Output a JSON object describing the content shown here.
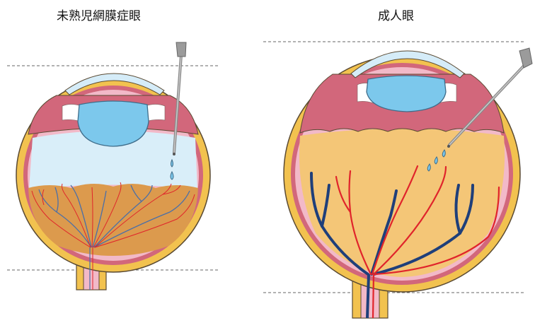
{
  "labels": {
    "left_title": "未熟児網膜症眼",
    "right_title": "成人眼"
  },
  "colors": {
    "sclera": "#f2c24f",
    "choroid": "#d2677b",
    "retina": "#f2b9c8",
    "lens": "#7cc8ec",
    "cornea": "#d5ecf8",
    "vitreous_premature": "#d9eef9",
    "vitreous_adult": "#f4c677",
    "fundus_premature": "#dc9a4d",
    "vein": "#1f3f7a",
    "artery": "#e0242b",
    "instrument": "#9b9b9b",
    "dashed_line": "#666666"
  },
  "icons": [
    "eye-cross-section-premature",
    "eye-cross-section-adult",
    "injection-needle-icon",
    "drop-icon"
  ]
}
